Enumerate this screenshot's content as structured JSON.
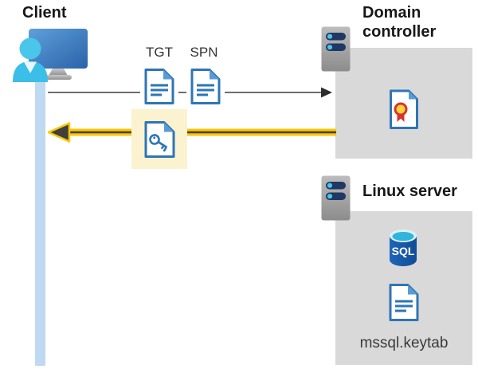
{
  "client": {
    "title": "Client"
  },
  "tickets": {
    "tgt_label": "TGT",
    "spn_label": "SPN"
  },
  "domain_controller": {
    "title": "Domain controller"
  },
  "linux_server": {
    "title": "Linux server",
    "sql_badge": "SQL",
    "keytab_filename": "mssql.keytab"
  },
  "colors": {
    "doc_blue": "#2E75B6",
    "doc_fold_blue": "#5B9BD5",
    "person_cyan": "#3BBFE8",
    "arrow_yellow": "#FDC500",
    "arrow_dark": "#3F3F3F",
    "highlight_yellow": "#FBF3CF",
    "box_gray": "#D9D9D9",
    "client_bar_blue": "#BFD9F2",
    "server_slot_navy": "#1F3864",
    "sql_body_blue": "#1659A8",
    "cert_seal_yellow": "#FFD43C",
    "cert_seal_red": "#D9342B"
  }
}
